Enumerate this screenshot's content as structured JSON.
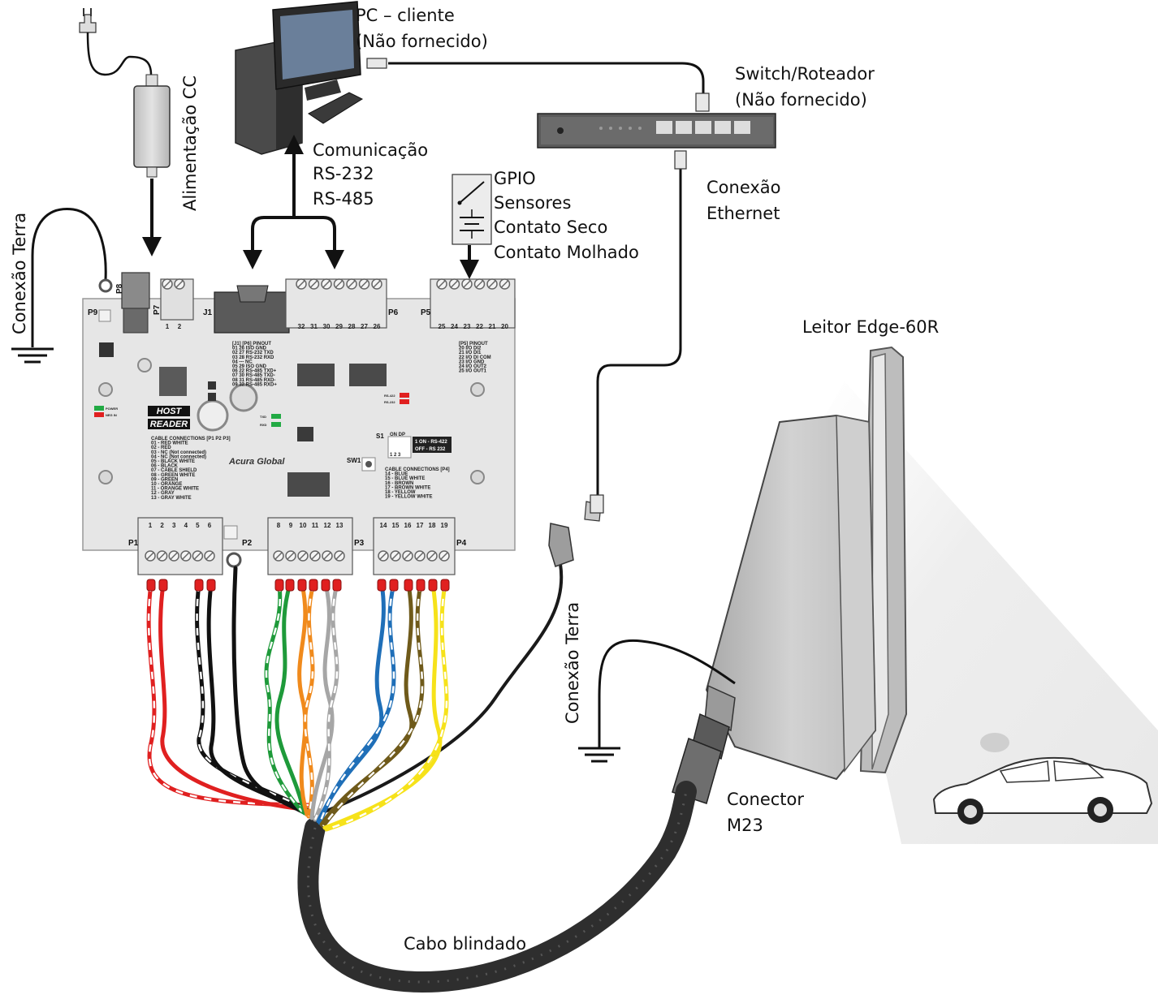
{
  "labels": {
    "pc_client": "PC – cliente",
    "pc_not_supplied": "(Não fornecido)",
    "switch_router": "Switch/Roteador",
    "switch_not_supplied": "(Não fornecido)",
    "dc_power": "Alimentação CC",
    "communication": "Comunicação",
    "rs232": "RS-232",
    "rs485": "RS-485",
    "gpio": "GPIO",
    "sensors": "Sensores",
    "dry_contact": "Contato Seco",
    "wet_contact": "Contato Molhado",
    "ethernet_connection_1": "Conexão",
    "ethernet_connection_2": "Ethernet",
    "ground_connection_left": "Conexão Terra",
    "ground_connection_right": "Conexão Terra",
    "reader": "Leitor Edge-60R",
    "connector_1": "Conector",
    "connector_2": "M23",
    "shielded_cable": "Cabo blindado"
  },
  "board": {
    "host": "HOST",
    "reader": "READER",
    "brand": "Acura Global",
    "sw1": "SW1",
    "s1": "S1",
    "s1_on_dp": "ON DP",
    "s1_digits": "1 2 3",
    "s1_on": "1 ON - RS-422",
    "s1_off": "OFF - RS 232",
    "power_led": "POWER",
    "neg_led": "NEG IN",
    "txd": "TXD",
    "rxd": "RXD",
    "rs422": "RS-422",
    "rs232": "RS-232",
    "ports": {
      "p1": "P1",
      "p2": "P2",
      "p3": "P3",
      "p4": "P4",
      "p5": "P5",
      "p6": "P6",
      "p7": "P7",
      "p8": "P8",
      "p9": "P9",
      "j1": "J1"
    },
    "p7_pins": [
      "1",
      "2"
    ],
    "p6_pins": [
      "32",
      "31",
      "30",
      "29",
      "28",
      "27",
      "26"
    ],
    "p5_pins": [
      "25",
      "24",
      "23",
      "22",
      "21",
      "20"
    ],
    "p1_pins": [
      "1",
      "2",
      "3",
      "4",
      "5",
      "6"
    ],
    "p3_pins": [
      "8",
      "9",
      "10",
      "11",
      "12",
      "13"
    ],
    "p4_pins": [
      "14",
      "15",
      "16",
      "17",
      "18",
      "19"
    ],
    "j1_pinout_title": "[J1] [P6] PINOUT",
    "j1_pinout": [
      "01  26  ISO GND",
      "02  27  RS-232 TXD",
      "03  28  RS-232 RXD",
      "04  ---  NC",
      "05  29  ISO GND",
      "06  22  RS-485 TXD+",
      "07  30  RS-485 TXD-",
      "08  31  RS-485 RXD-",
      "09  32  RS-485 RXD+"
    ],
    "p5_pinout_title": "[P5] PINOUT",
    "p5_pinout": [
      "20  I/O DI2",
      "21  I/O DI1",
      "22  I/O DI COM",
      "23  I/O GND",
      "24  I/O OUT2",
      "25  I/O OUT1"
    ],
    "cable_p1_title": "CABLE CONNECTIONS [P1 P2 P3]",
    "cable_p1": [
      "01 - RED WHITE",
      "02 - RED",
      "03 - NC (Not connected)",
      "04 - NC (Not connected)",
      "05 - BLACK WHITE",
      "06 - BLACK",
      "07 - CABLE SHIELD",
      "08 - GREEN WHITE",
      "09 - GREEN",
      "10 - ORANGE",
      "11 - ORANGE WHITE",
      "12 - GRAY",
      "13 - GRAY WHITE"
    ],
    "cable_p4_title": "CABLE CONNECTIONS [P4]",
    "cable_p4": [
      "14 - BLUE",
      "15 - BLUE WHITE",
      "16 - BROWN",
      "17 - BROWN WHITE",
      "18 - YELLOW",
      "19 - YELLOW WHITE"
    ]
  },
  "colors": {
    "board": "#e6e6e6",
    "red": "#e02020",
    "black": "#111111",
    "green": "#1e9a3a",
    "orange": "#f08a1c",
    "gray": "#a6a6a6",
    "blue": "#1f6fb8",
    "brown": "#6f5a1a",
    "yellow": "#f6e21a",
    "cable": "#3a3a3a"
  }
}
